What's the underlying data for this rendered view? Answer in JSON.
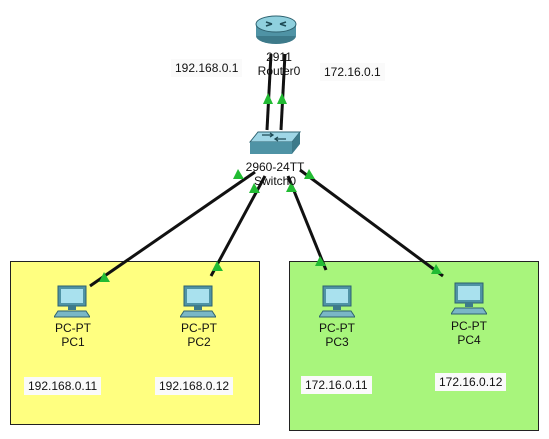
{
  "router": {
    "model": "2911",
    "name": "Router0"
  },
  "switch": {
    "model": "2960-24TT",
    "name": "Switch0"
  },
  "router_ips": {
    "left": "192.168.0.1",
    "right": "172.16.0.1"
  },
  "pcs": [
    {
      "type": "PC-PT",
      "name": "PC1",
      "ip": "192.168.0.11"
    },
    {
      "type": "PC-PT",
      "name": "PC2",
      "ip": "192.168.0.12"
    },
    {
      "type": "PC-PT",
      "name": "PC3",
      "ip": "172.16.0.11"
    },
    {
      "type": "PC-PT",
      "name": "PC4",
      "ip": "172.16.0.12"
    }
  ],
  "colors": {
    "zone_left": "#ffff80",
    "zone_right": "#a8f57c",
    "link_up": "#22bb33",
    "cable": "#111111"
  }
}
